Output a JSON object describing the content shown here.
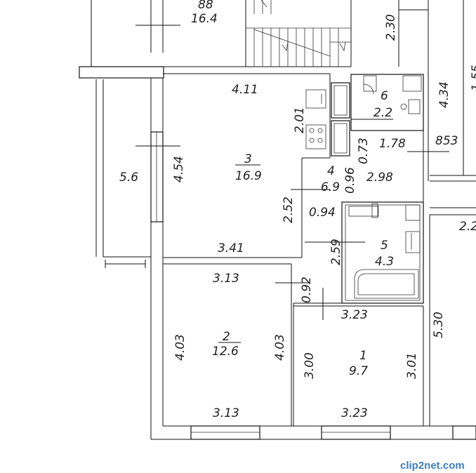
{
  "rooms": [
    {
      "number": "1",
      "area": "9.7"
    },
    {
      "number": "2",
      "area": "12.6"
    },
    {
      "number": "3",
      "area": "16.9"
    },
    {
      "number": "4",
      "area": "6.9"
    },
    {
      "number": "5",
      "area": "4.3"
    },
    {
      "number": "6",
      "area": "2.2"
    },
    {
      "number": "88",
      "area": "16.4"
    }
  ],
  "dimensions": {
    "d_411": "4.11",
    "d_201": "2.01",
    "d_454": "4.54",
    "d_56": "5.6",
    "d_252": "2.52",
    "d_341": "3.41",
    "d_094": "0.94",
    "d_096": "0.96",
    "d_298": "2.98",
    "d_073": "0.73",
    "d_178": "1.78",
    "d_853": "853",
    "d_434": "4.34",
    "d_155": "1.55",
    "d_230": "2.30",
    "d_259": "2.59",
    "d_313_top": "3.13",
    "d_092": "0.92",
    "d_323_top": "3.23",
    "d_403_left": "4.03",
    "d_403_right": "4.03",
    "d_300": "3.00",
    "d_301": "3.01",
    "d_530": "5.30",
    "d_313_bottom": "3.13",
    "d_323_bottom": "3.23",
    "d_22": "2.2"
  },
  "watermark": "clip2net.com"
}
